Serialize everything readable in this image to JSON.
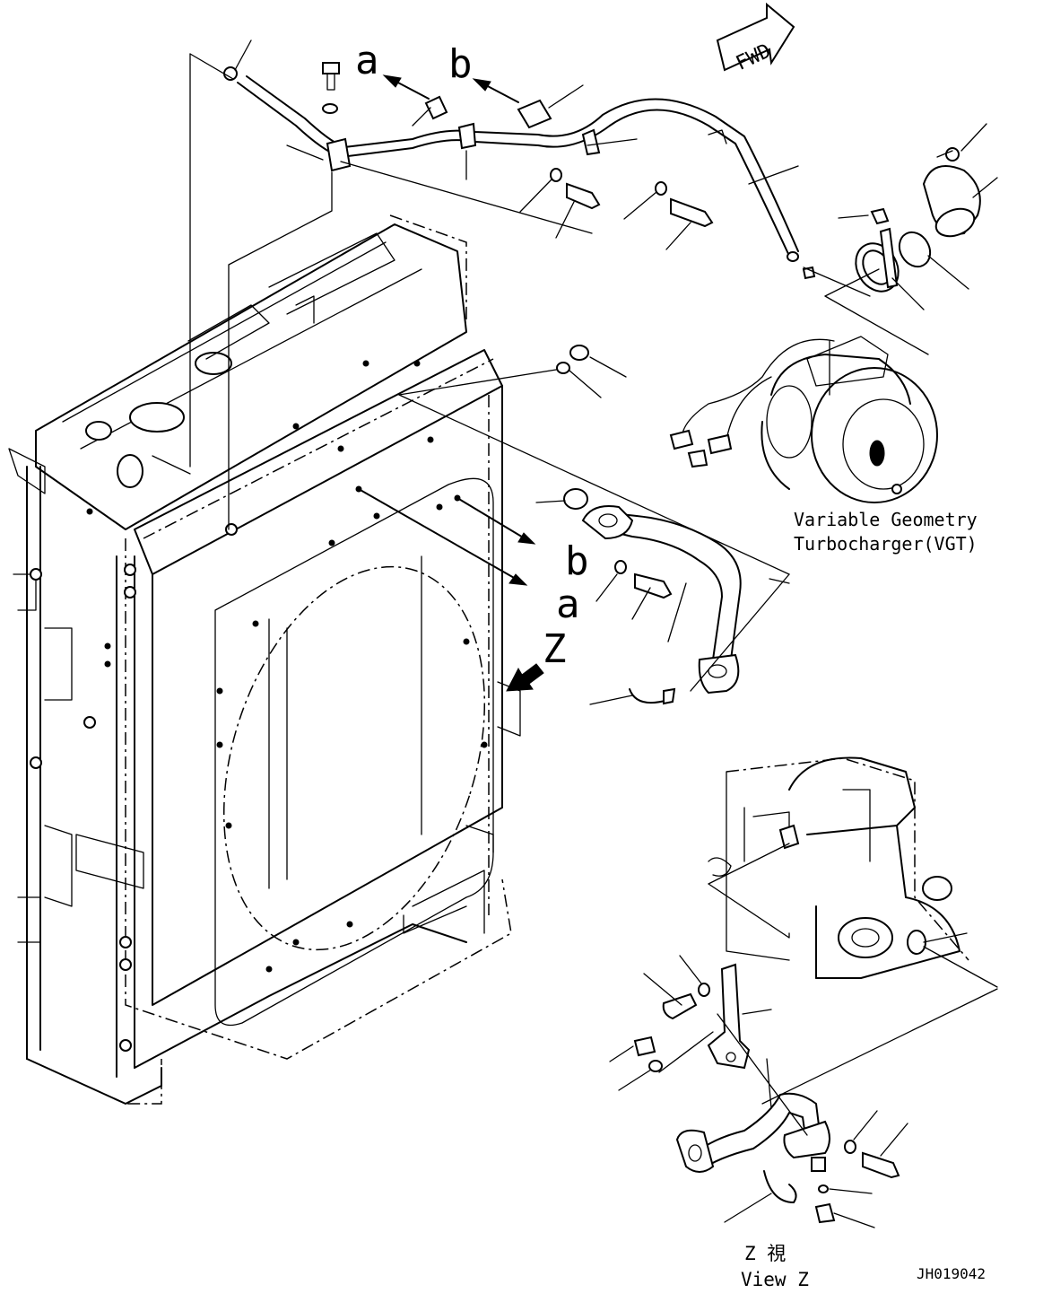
{
  "diagram": {
    "fwd_label": "FWD",
    "ref_a": "a",
    "ref_b": "b",
    "view_letter": "Z",
    "vgt_line1": "Variable Geometry",
    "vgt_line2": "Turbocharger(VGT)",
    "view_z_jp": "Z 視",
    "view_z_en": "View Z",
    "drawing_id": "JH019042"
  }
}
